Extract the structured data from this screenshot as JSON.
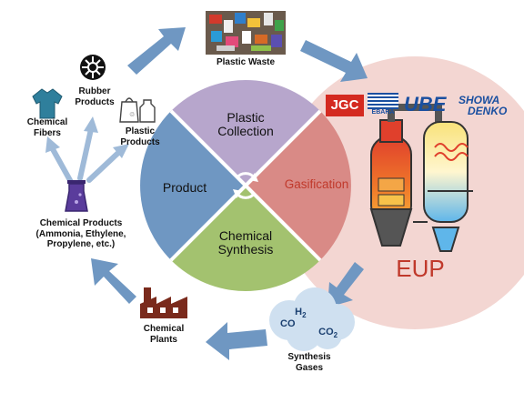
{
  "cycle": {
    "plastic_collection": "Plastic\nCollection",
    "gasification": "Gasification",
    "chemical_synthesis": "Chemical\nSynthesis",
    "product": "Product"
  },
  "nodes": {
    "plastic_waste": "Plastic Waste",
    "eup": "EUP",
    "synthesis_gases": "Synthesis\nGases",
    "chemical_plants": "Chemical\nPlants",
    "chemical_products": "Chemical Products\n(Ammonia, Ethylene,\nPropylene, etc.)",
    "chemical_fibers": "Chemical\nFibers",
    "rubber_products": "Rubber\nProducts",
    "plastic_products": "Plastic\nProducts"
  },
  "gases": {
    "h2": "H",
    "h2_sub": "2",
    "co": "CO",
    "co2": "CO",
    "co2_sub": "2"
  },
  "logos": {
    "jgc": "JGC",
    "ebara": "EBARA",
    "ube": "UBE",
    "showa": "SHOWA",
    "denko": "DENKO"
  },
  "colors": {
    "collection_quadrant": "#b7a6cc",
    "gasification_quadrant": "#d98a86",
    "synthesis_quadrant": "#a3c26f",
    "product_quadrant": "#6f97c2",
    "gasification_text": "#c0392b",
    "eup_text": "#c0392b",
    "eup_halo": "#f3d6d2",
    "arrow": "#6f97c2",
    "jgc_red": "#d42a20",
    "ube_blue": "#1a4fa0"
  }
}
